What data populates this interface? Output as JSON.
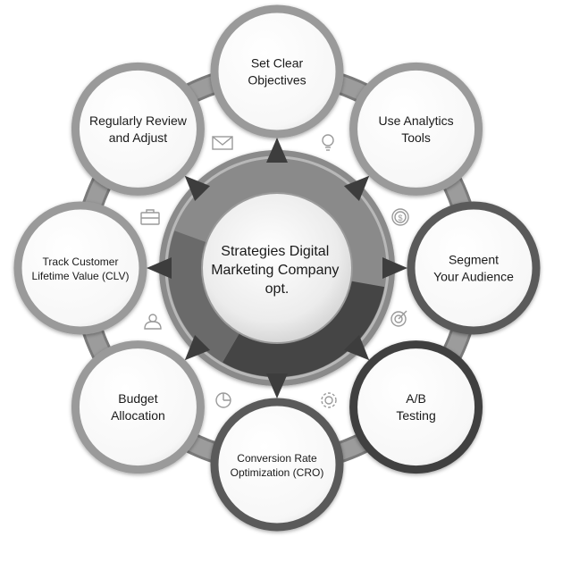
{
  "center": {
    "lines": [
      "Strategies Digital",
      "Marketing Company",
      "opt."
    ]
  },
  "nodes": [
    {
      "id": "set-clear-objectives",
      "lines": [
        "Set Clear",
        "Objectives"
      ]
    },
    {
      "id": "use-analytics-tools",
      "lines": [
        "Use Analytics",
        "Tools"
      ]
    },
    {
      "id": "segment-your-audience",
      "lines": [
        "Segment",
        "Your Audience"
      ]
    },
    {
      "id": "ab-testing",
      "lines": [
        "A/B",
        "Testing"
      ]
    },
    {
      "id": "conversion-rate-optimization",
      "lines": [
        "Conversion Rate",
        "Optimization (CRO)"
      ]
    },
    {
      "id": "budget-allocation",
      "lines": [
        "Budget",
        "Allocation"
      ]
    },
    {
      "id": "track-customer-lifetime-value",
      "lines": [
        "Track Customer",
        "Lifetime Value (CLV)"
      ]
    },
    {
      "id": "regularly-review-and-adjust",
      "lines": [
        "Regularly Review",
        "and Adjust"
      ]
    }
  ],
  "icons": [
    "lightbulb-icon",
    "dollar-coin-icon",
    "target-icon",
    "gear-icon",
    "pie-chart-icon",
    "user-icon",
    "briefcase-icon",
    "envelope-icon"
  ],
  "colors": {
    "node_border_light": "#9a9a9a",
    "node_border_dark": "#3a3a3a",
    "ring": "#8c8c8c",
    "center_disc": "#efefef"
  }
}
